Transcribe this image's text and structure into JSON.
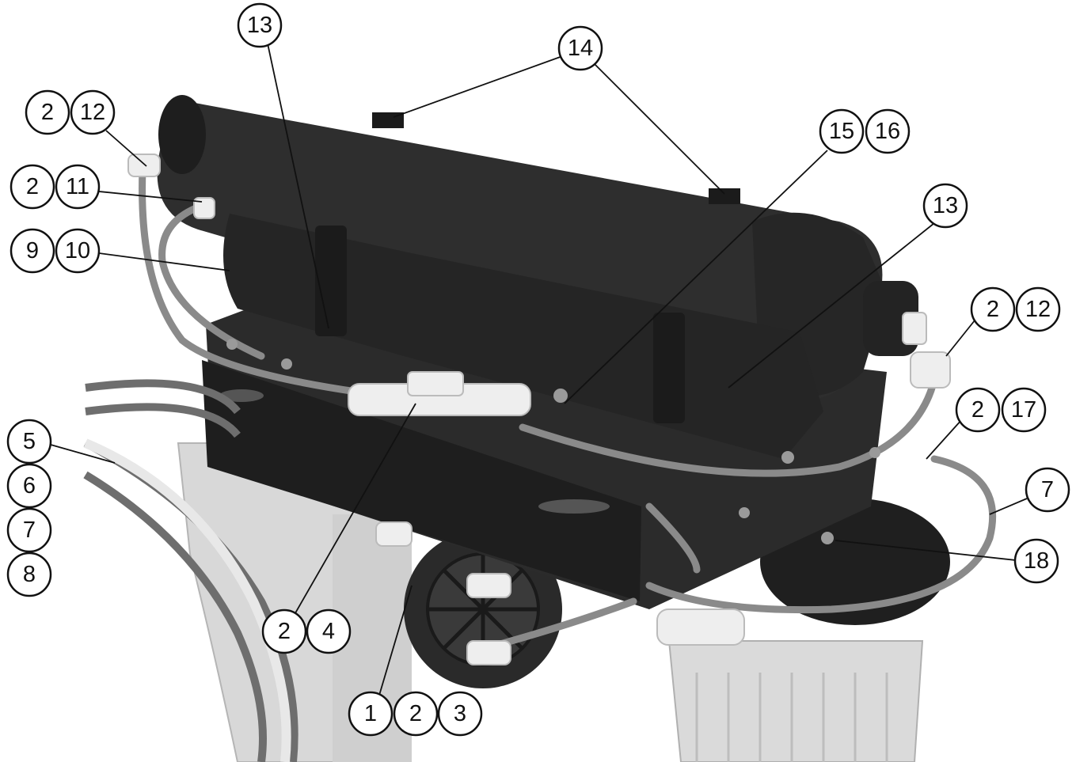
{
  "colors": {
    "background": "#ffffff",
    "housing_dark": "#2b2b2b",
    "bracket_dark": "#262626",
    "tubing_gray": "#8a8a8a",
    "fitting_white": "#eeeeee",
    "filter_light": "#dcdcdc",
    "callout_stroke": "#111111"
  },
  "callouts": [
    {
      "labels": [
        "13"
      ]
    },
    {
      "labels": [
        "14"
      ]
    },
    {
      "labels": [
        "2",
        "12"
      ]
    },
    {
      "labels": [
        "15",
        "16"
      ]
    },
    {
      "labels": [
        "2",
        "11"
      ]
    },
    {
      "labels": [
        "13"
      ]
    },
    {
      "labels": [
        "9",
        "10"
      ]
    },
    {
      "labels": [
        "2",
        "12"
      ]
    },
    {
      "labels": [
        "2",
        "17"
      ]
    },
    {
      "labels": [
        "5"
      ]
    },
    {
      "labels": [
        "6"
      ]
    },
    {
      "labels": [
        "7"
      ]
    },
    {
      "labels": [
        "7"
      ]
    },
    {
      "labels": [
        "18"
      ]
    },
    {
      "labels": [
        "8"
      ]
    },
    {
      "labels": [
        "2",
        "4"
      ]
    },
    {
      "labels": [
        "1",
        "2",
        "3"
      ]
    }
  ]
}
